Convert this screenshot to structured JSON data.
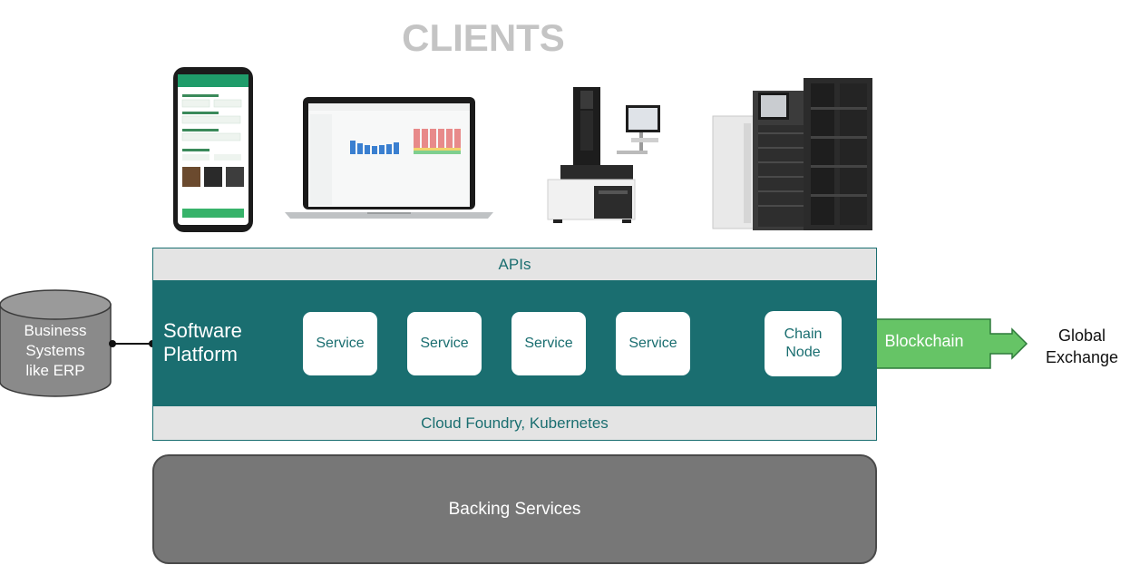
{
  "title": "CLIENTS",
  "apis_label": "APIs",
  "platform": {
    "label_line1": "Software",
    "label_line2": "Platform",
    "services": [
      "Service",
      "Service",
      "Service",
      "Service"
    ],
    "chain_node_line1": "Chain",
    "chain_node_line2": "Node"
  },
  "infra_label": "Cloud Foundry, Kubernetes",
  "backing_label": "Backing Services",
  "database": {
    "line1": "Business",
    "line2": "Systems",
    "line3": "like ERP"
  },
  "blockchain_label": "Blockchain",
  "external": {
    "line1": "Global",
    "line2": "Exchange"
  },
  "colors": {
    "teal": "#1a6e70",
    "band_gray": "#e4e4e4",
    "blockchain_green": "#66c466",
    "backing_gray": "#777777",
    "db_gray": "#8a8a8a"
  }
}
